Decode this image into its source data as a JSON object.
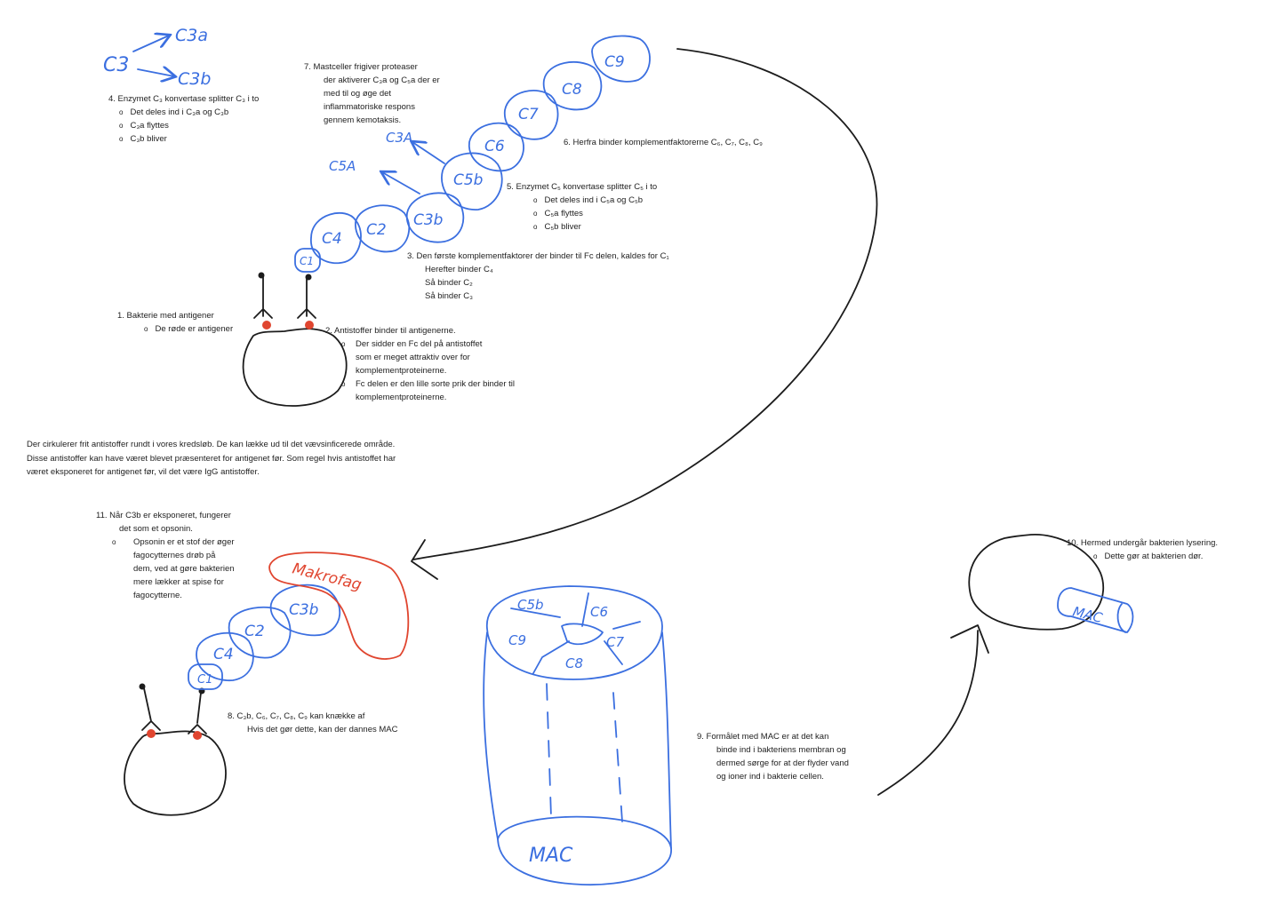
{
  "labels": {
    "c3": "C3",
    "c3a_top": "C3a",
    "c3b_top": "C3b",
    "c1": "C1",
    "c4": "C4",
    "c2": "C2",
    "c3b": "C3b",
    "c5b": "C5b",
    "c6": "C6",
    "c7": "C7",
    "c8": "C8",
    "c9": "C9",
    "c3a_mid": "C3A",
    "c5a_mid": "C5A",
    "lower_c1": "C1",
    "lower_c4": "C4",
    "lower_c2": "C2",
    "lower_c3b": "C3b",
    "makrofag": "Makrofag",
    "mac_c5b": "C5b",
    "mac_c6": "C6",
    "mac_c9": "C9",
    "mac_c7": "C7",
    "mac_c8": "C8",
    "mac_bottom": "MAC",
    "mac_small": "MAC"
  },
  "notes": {
    "n4": {
      "title": "4.    Enzymet C₃ konvertase splitter C₃ i to",
      "items": [
        "Det deles ind i C₃a og C₃b",
        "C₃a flyttes",
        "C₃b bliver"
      ]
    },
    "n7": {
      "lines": [
        "7.    Mastceller frigiver proteaser",
        "der aktiverer C₃a og C₅a der er",
        "med til og øge det",
        "inflammatoriske respons",
        "gennem kemotaksis."
      ]
    },
    "n6": "6.    Herfra binder komplementfaktorerne C₆, C₇, C₈, C₉",
    "n5": {
      "title": "5.    Enzymet C₅ konvertase splitter C₅ i to",
      "items": [
        "Det deles ind i C₅a og C₅b",
        "C₅a flyttes",
        "C₅b bliver"
      ]
    },
    "n3": {
      "lines": [
        "3.    Den første komplementfaktorer der binder til Fc delen, kaldes for C₁",
        "Herefter binder C₄",
        "Så binder C₂",
        "Så binder C₃"
      ]
    },
    "n1": {
      "title": "1.    Bakterie med antigener",
      "items": [
        "De røde er antigener"
      ]
    },
    "n2": {
      "title": "2.    Antistoffer binder til antigenerne.",
      "items": [
        "Der sidder en Fc del på antistoffet|som er meget attraktiv over for|komplementproteinerne.",
        "Fc delen er den lille sorte prik der binder til|komplementproteinerne."
      ]
    },
    "paragraph": [
      "Der cirkulerer frit antistoffer rundt i vores kredsløb. De kan lække ud til det vævsinficerede område.",
      "Disse antistoffer kan have været blevet præsenteret for antigenet før. Som regel hvis antistoffet har",
      "været eksponeret for antigenet før, vil det være IgG antistoffer."
    ],
    "n11": {
      "lines": [
        "11.    Når C3b er eksponeret,  fungerer",
        "det som et opsonin."
      ],
      "items": [
        "Opsonin er et stof der øger|fagocytternes drøb på|dem, ved at gøre bakterien|mere lækker at spise for|fagocytterne."
      ]
    },
    "n8": {
      "lines": [
        "8.    C₃b, C₆, C₇, C₈, C₉ kan knække af",
        "Hvis det gør dette, kan der dannes MAC"
      ]
    },
    "n9": {
      "lines": [
        "9.    Formålet med MAC er at det kan",
        "binde ind i bakteriens membran og",
        "dermed sørge for at der flyder vand",
        "og ioner ind i bakterie cellen."
      ]
    },
    "n10": {
      "title": "10.   Hermed undergår bakterien lysering.",
      "items": [
        "Dette gør at bakterien dør."
      ]
    }
  },
  "colors": {
    "complement_blue": "#3b6fe0",
    "antigen_red": "#e0452f",
    "ink_black": "#1c1c1c"
  }
}
